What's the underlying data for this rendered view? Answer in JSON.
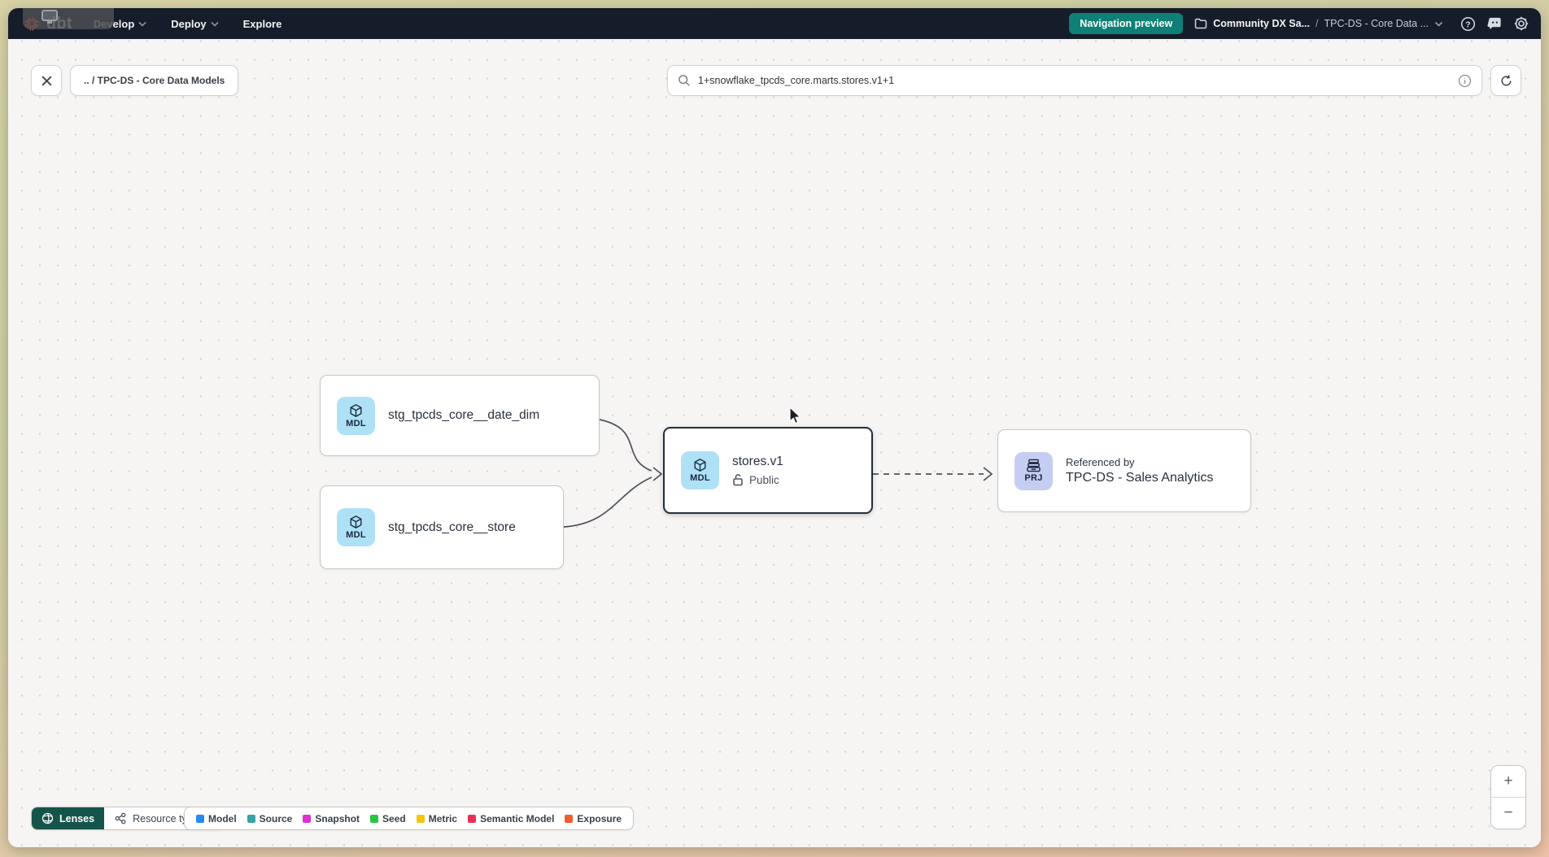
{
  "nav": {
    "logo_text": "dbt",
    "items": [
      {
        "label": "Develop",
        "has_chevron": true
      },
      {
        "label": "Deploy",
        "has_chevron": true
      },
      {
        "label": "Explore",
        "has_chevron": false
      }
    ],
    "preview_badge": "Navigation preview",
    "breadcrumb": {
      "project": "Community DX Sa...",
      "separator": "/",
      "page": "TPC-DS - Core Data ..."
    }
  },
  "toolbar": {
    "back_chip": ".. / TPC-DS - Core Data Models",
    "search_value": "1+snowflake_tpcds_core.marts.stores.v1+1"
  },
  "graph": {
    "nodes": [
      {
        "badge": "MDL",
        "title": "stg_tpcds_core__date_dim"
      },
      {
        "badge": "MDL",
        "title": "stg_tpcds_core__store"
      },
      {
        "badge": "MDL",
        "title": "stores.v1",
        "subtitle": "Public",
        "selected": true
      },
      {
        "badge": "PRJ",
        "pretitle": "Referenced by",
        "title": "TPC-DS - Sales Analytics"
      }
    ]
  },
  "controls": {
    "lenses_label": "Lenses",
    "resource_type_label": "Resource type",
    "legend": [
      {
        "label": "Model",
        "color": "#2589f0"
      },
      {
        "label": "Source",
        "color": "#38a3a5"
      },
      {
        "label": "Snapshot",
        "color": "#e12fd2"
      },
      {
        "label": "Seed",
        "color": "#28c542"
      },
      {
        "label": "Metric",
        "color": "#f2c511"
      },
      {
        "label": "Semantic Model",
        "color": "#ea3054"
      },
      {
        "label": "Exposure",
        "color": "#f05e2e"
      }
    ],
    "zoom_in": "+",
    "zoom_out": "−"
  }
}
